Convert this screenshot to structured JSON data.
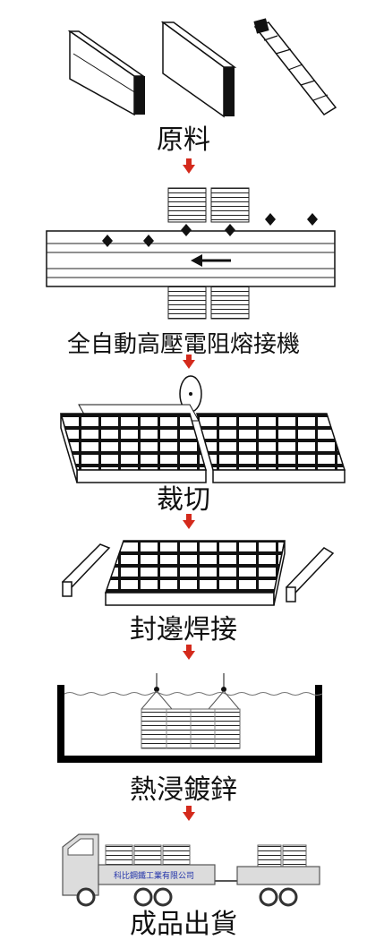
{
  "steps": [
    {
      "label": "原料"
    },
    {
      "label": "全自動高壓電阻熔接機"
    },
    {
      "label": "裁切"
    },
    {
      "label": "封邊焊接"
    },
    {
      "label": "熱浸鍍鋅"
    },
    {
      "label": "成品出貨"
    }
  ],
  "truck_text": "科比鋼鐵工業有限公司",
  "colors": {
    "arrow": "#d42a1c",
    "ink": "#111111",
    "bath": "#000000",
    "truck_body": "#dcdcdc"
  },
  "icons": {
    "materials": "raw-materials-icon",
    "welder": "welding-machine-icon",
    "cutting": "saw-cutting-icon",
    "edge": "edge-welding-icon",
    "galvanize": "hot-dip-bath-icon",
    "truck": "delivery-truck-icon"
  }
}
